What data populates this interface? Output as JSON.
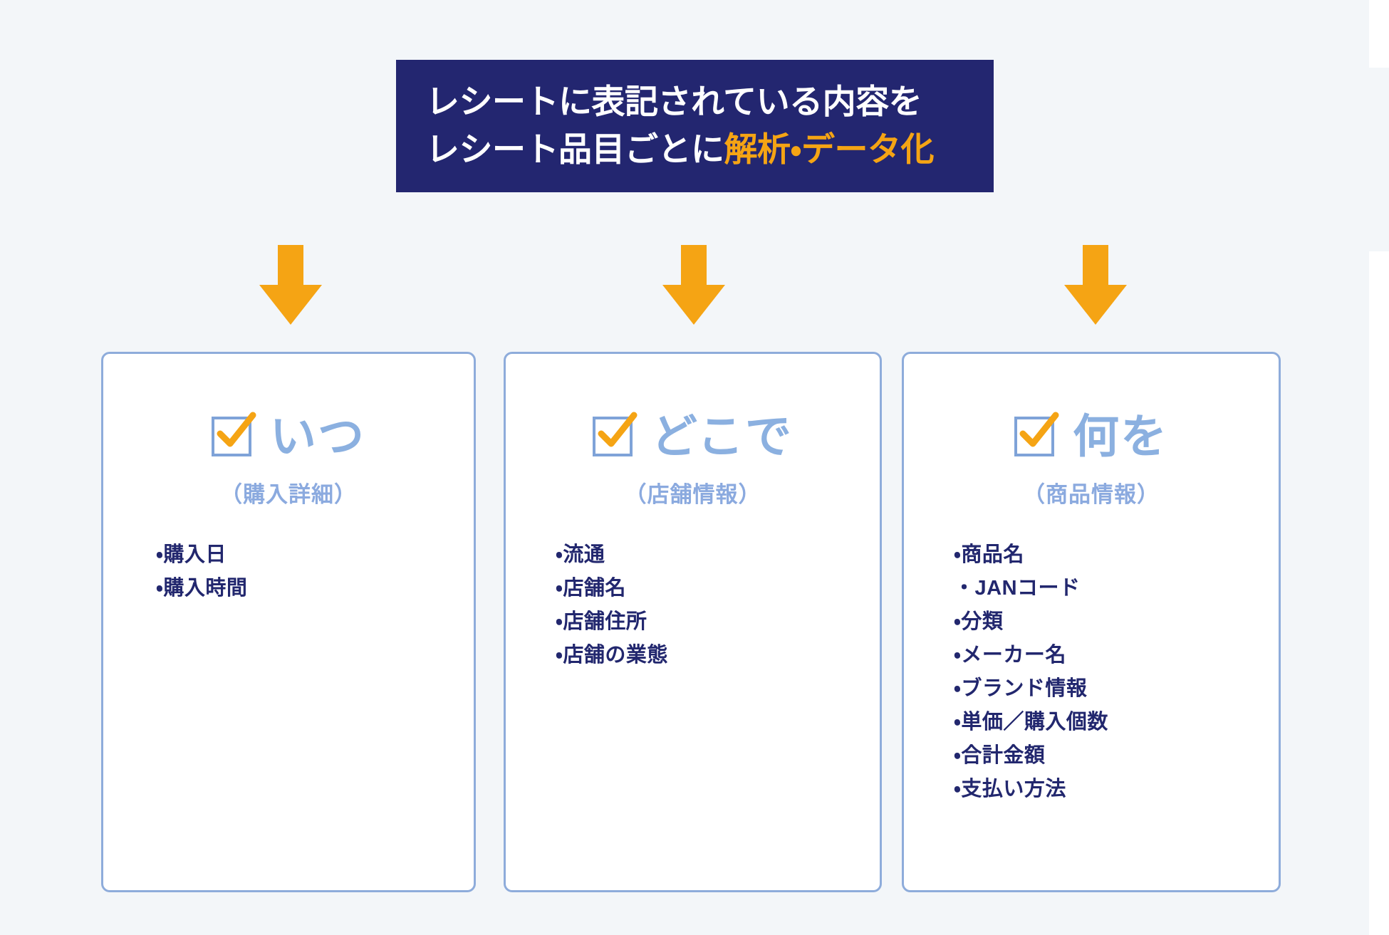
{
  "header": {
    "line1": "レシートに表記されている内容を",
    "line2_plain": "レシート品目ごとに",
    "line2_accent": "解析・データ化",
    "background_color": "#232670",
    "text_color": "#FFFFFF",
    "accent_color": "#F5A414"
  },
  "arrows": {
    "icon": "arrow-down-icon",
    "color": "#F5A414",
    "count": 3
  },
  "colors": {
    "page_background": "#F3F6F9",
    "card_background": "#FFFFFF",
    "card_border": "#8EACDB",
    "card_title": "#8BB0E0",
    "card_subtitle": "#8BAADF",
    "list_text": "#22276E",
    "checkbox_border": "#7FA3D8",
    "checkmark": "#F5A414"
  },
  "cards": [
    {
      "id": "when",
      "checkbox_icon": "checkbox-checked-icon",
      "title": "いつ",
      "subtitle": "（購入詳細）",
      "items": [
        "・購入日",
        "・購入時間"
      ]
    },
    {
      "id": "where",
      "checkbox_icon": "checkbox-checked-icon",
      "title": "どこで",
      "subtitle": "（店舗情報）",
      "items": [
        "・流通",
        "・店舗名",
        "・店舗住所",
        "・店舗の業態"
      ]
    },
    {
      "id": "what",
      "checkbox_icon": "checkbox-checked-icon",
      "title": "何を",
      "subtitle": "（商品情報）",
      "items": [
        "・商品名",
        "・JANコード",
        "・分類",
        "・メーカー名",
        "・ブランド情報",
        "・単価／購入個数",
        "・合計金額",
        "・支払い方法"
      ]
    }
  ]
}
